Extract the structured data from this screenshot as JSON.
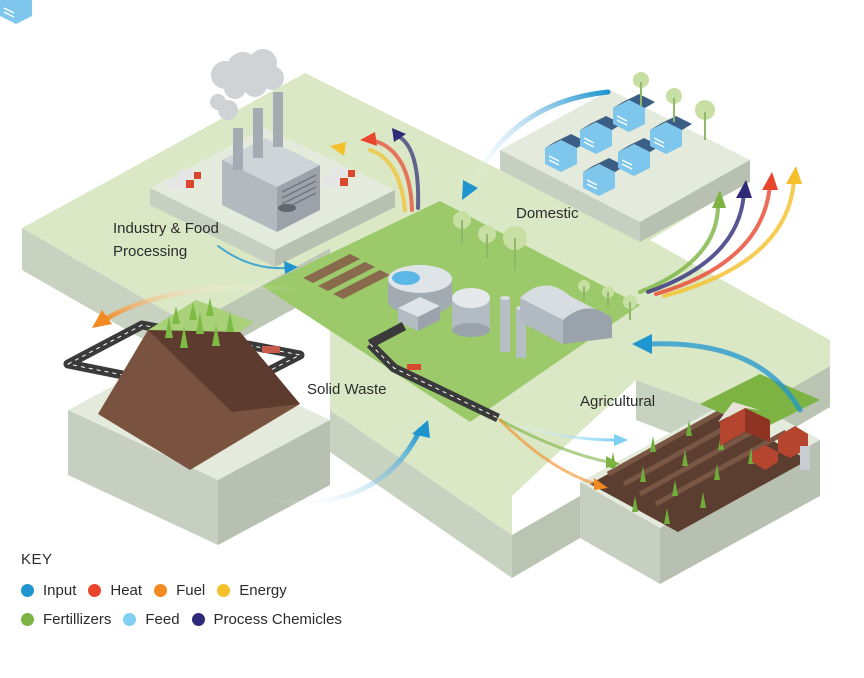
{
  "labels": {
    "industry_line1": "Industry & Food",
    "industry_line2": "Processing",
    "domestic": "Domestic",
    "solid_waste": "Solid Waste",
    "agricultural": "Agricultural"
  },
  "key": {
    "title": "KEY",
    "items": [
      {
        "label": "Input",
        "color": "#1f95cf"
      },
      {
        "label": "Heat",
        "color": "#e8452c"
      },
      {
        "label": "Fuel",
        "color": "#f28a22"
      },
      {
        "label": "Energy",
        "color": "#f5bf2a"
      },
      {
        "label": "Fertillizers",
        "color": "#7cb342"
      },
      {
        "label": "Feed",
        "color": "#7fd0f2"
      },
      {
        "label": "Process Chemicles",
        "color": "#2f2a78"
      }
    ]
  },
  "colors": {
    "platform_top": "#dbe8c6",
    "platform_side": "#c8d2c0",
    "platform_front": "#b9c4b2",
    "center_green": "#9cc96a",
    "soil": "#6b4a3a"
  }
}
